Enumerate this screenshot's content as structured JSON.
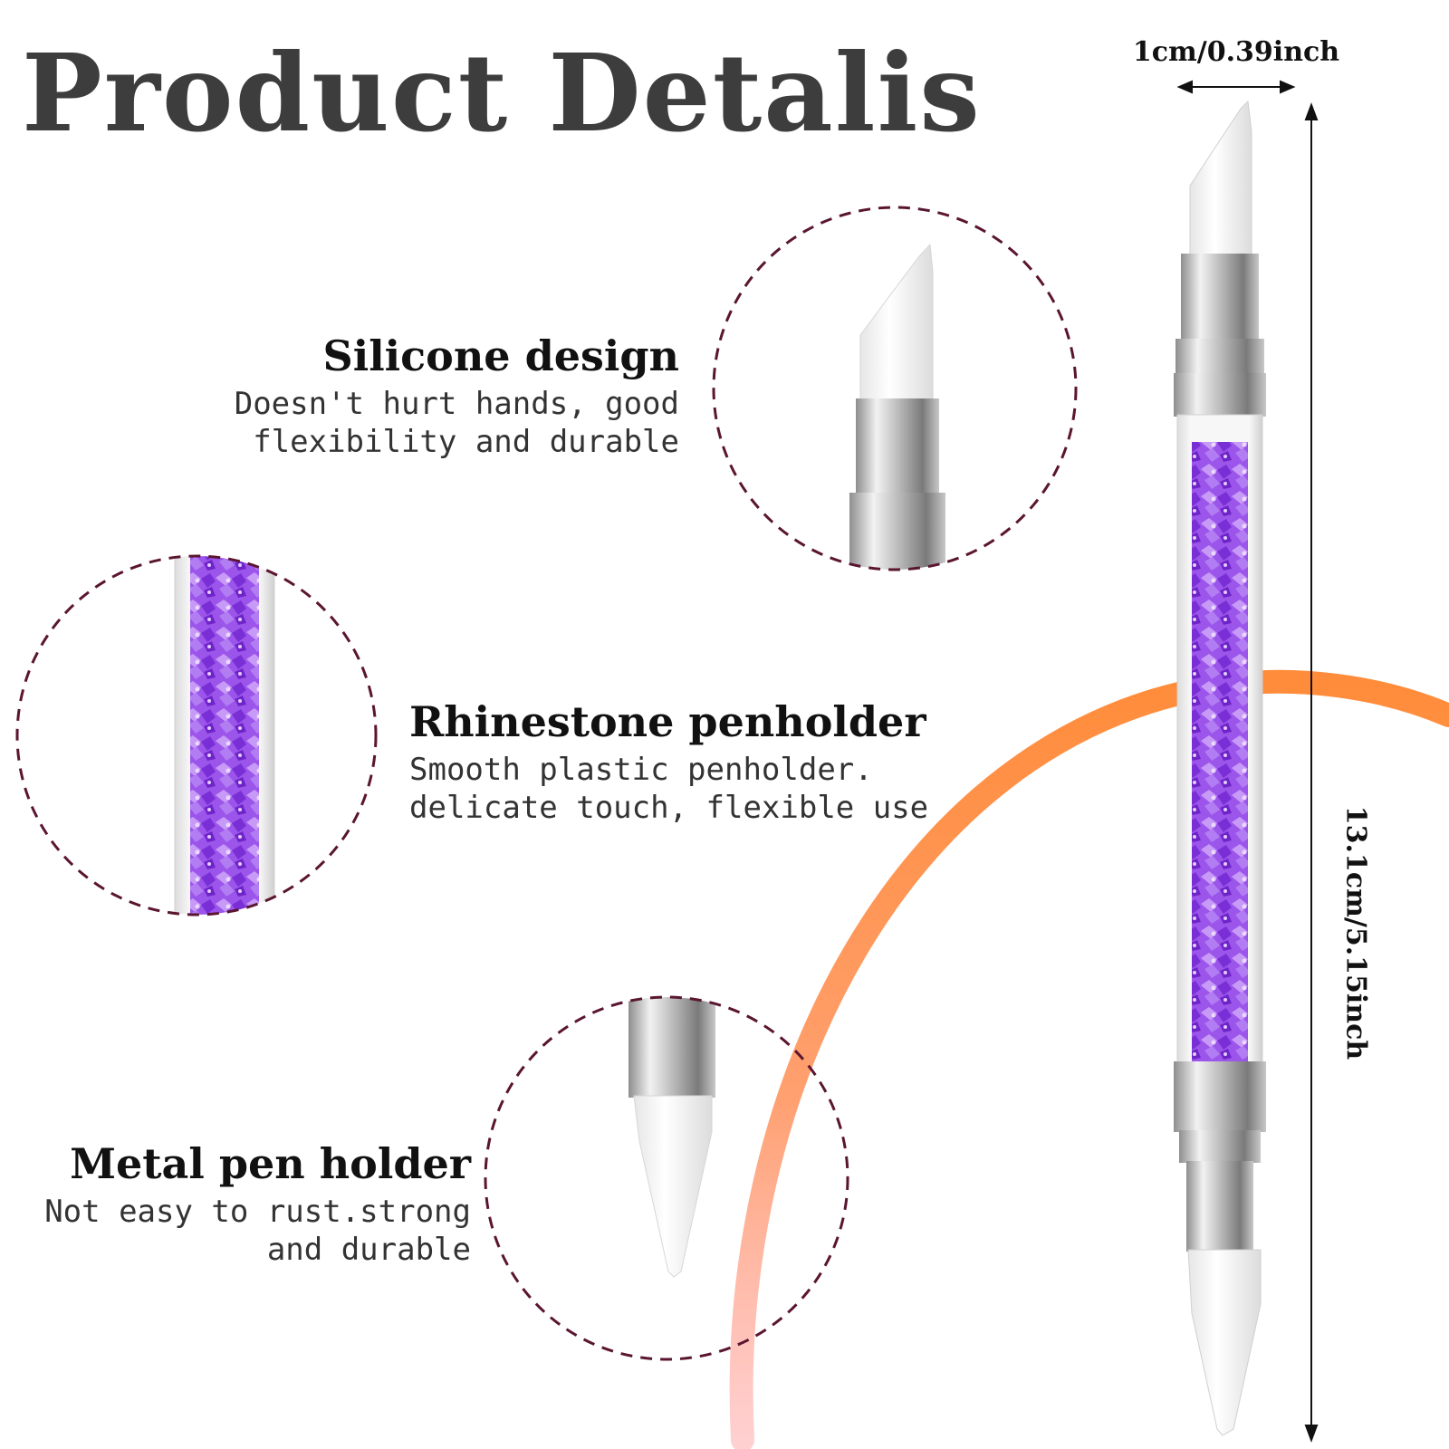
{
  "title": "Product Detalis",
  "dimensions": {
    "width_label": "1cm/0.39inch",
    "length_label": "13.1cm/5.15inch"
  },
  "features": [
    {
      "title": "Silicone design",
      "lines": [
        "Doesn't hurt hands, good",
        "flexibility and durable"
      ]
    },
    {
      "title": "Rhinestone penholder",
      "lines": [
        "Smooth plastic penholder.",
        "delicate touch, flexible use"
      ]
    },
    {
      "title": "Metal pen holder",
      "lines": [
        "Not easy to rust.strong",
        "and durable"
      ]
    }
  ],
  "colors": {
    "title": "#3d3d3d",
    "circle_border": "#5a1530",
    "rhinestone": "#8a3ee0",
    "arc_start": "#ff8c3a",
    "arc_end": "#ff9a9a",
    "silicone": "#f4f4f4",
    "metal": "#b8b8b8"
  },
  "icons": [
    "silicone-tip-icon",
    "rhinestone-grip-icon",
    "metal-cone-tip-icon",
    "nail-tool-pen-icon"
  ]
}
